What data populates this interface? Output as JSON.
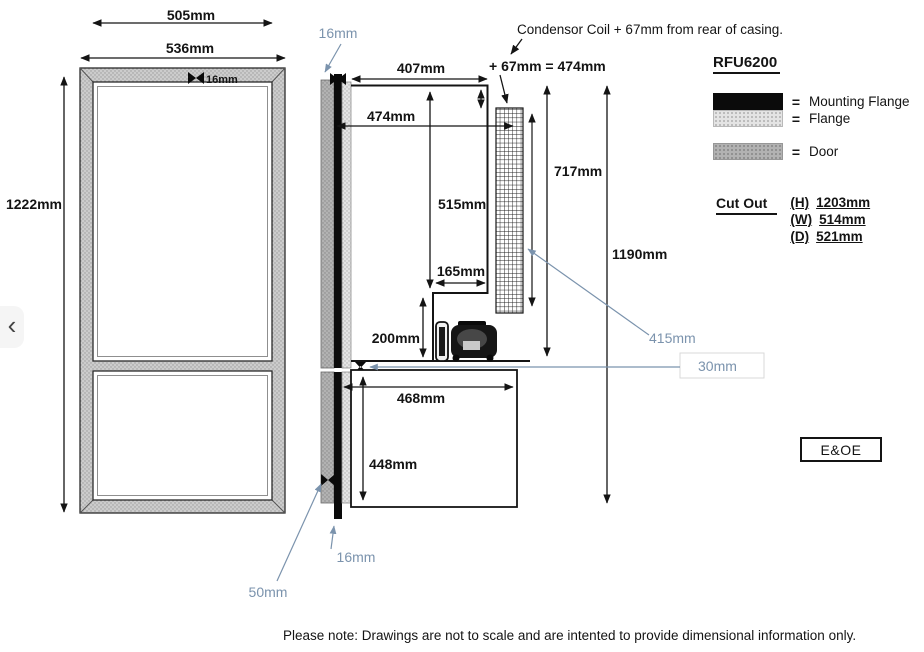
{
  "page": {
    "nav_prev": "‹",
    "note": "Please note: Drawings are not to scale and are intented to provide dimensional information only."
  },
  "annotation": {
    "condensor": "Condensor Coil + 67mm from rear of casing.",
    "formula": "+ 67mm = 474mm"
  },
  "front_view": {
    "inner_width": "505mm",
    "outer_width": "536mm",
    "height": "1222mm",
    "frame_thickness": "16mm"
  },
  "side_view": {
    "depth_top": "407mm",
    "depth_mid": "474mm",
    "height_515": "515mm",
    "width_165": "165mm",
    "height_200": "200mm",
    "width_468": "468mm",
    "height_448": "448mm",
    "height_717": "717mm",
    "height_1190": "1190mm",
    "flange_16_top": "16mm",
    "flange_16_bottom": "16mm",
    "door_50": "50mm",
    "coil_415": "415mm",
    "gap_30": "30mm"
  },
  "panel": {
    "model": "RFU6200",
    "legend": [
      {
        "eq": "=",
        "label": "Mounting Flange"
      },
      {
        "eq": "=",
        "label": "Flange"
      },
      {
        "eq": "=",
        "label": "Door"
      }
    ],
    "cutout": {
      "title": "Cut Out",
      "rows": [
        {
          "key": "(H)",
          "value": "1203mm"
        },
        {
          "key": "(W)",
          "value": "514mm"
        },
        {
          "key": "(D)",
          "value": "521mm"
        }
      ]
    },
    "eoe": "E&OE"
  },
  "colors": {
    "accent_blue": "#7b93ad",
    "line": "#141414"
  }
}
